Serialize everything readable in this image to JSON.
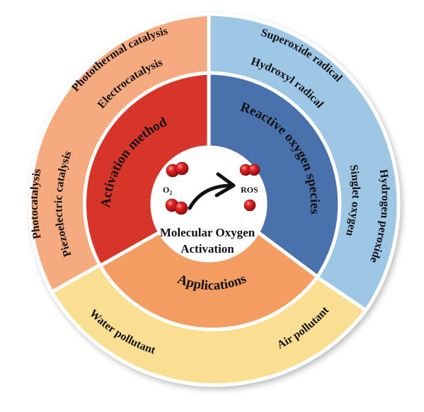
{
  "center": {
    "title_line1": "Molecular Oxygen",
    "title_line2": "Activation",
    "o2_label": "O",
    "o2_subscript": "2",
    "ros_label": "ROS"
  },
  "inner_ring": {
    "activation": "Activation method",
    "reactive": "Reactive oxygen species",
    "applications": "Applications"
  },
  "outer_ring": {
    "activation_items": [
      "Photothermal catalysis",
      "Electrocatalysis",
      "Photocatalysis",
      "Piezoelectric catalysis"
    ],
    "reactive_items": [
      "Superoxide radical",
      "Hydroxyl radical",
      "Hydrogen peroxide",
      "Singlet  oxygen"
    ],
    "application_items": [
      "Water pollutant",
      "Air pollutant"
    ]
  },
  "colors": {
    "activation_inner": "#d8342a",
    "reactive_inner": "#4a71ac",
    "applications_inner": "#f49d63",
    "activation_outer": "#f6aa80",
    "reactive_outer": "#9ec7e6",
    "applications_outer": "#fadf92"
  }
}
